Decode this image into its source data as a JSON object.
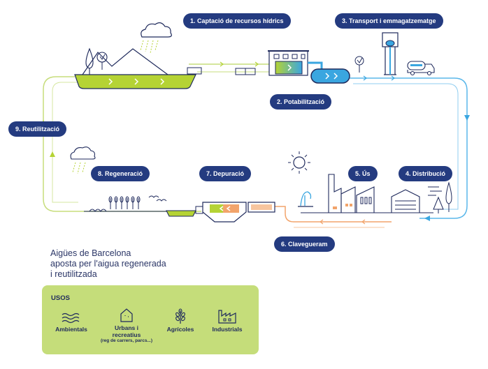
{
  "stages": [
    {
      "id": "captacio",
      "label": "1. Captació de recursos hídrics"
    },
    {
      "id": "potabilitzacio",
      "label": "2. Potabilització"
    },
    {
      "id": "transport",
      "label": "3. Transport i emmagatzematge"
    },
    {
      "id": "distribucio",
      "label": "4. Distribució"
    },
    {
      "id": "us",
      "label": "5. Ús"
    },
    {
      "id": "clavegueram",
      "label": "6. Clavegueram"
    },
    {
      "id": "depuracio",
      "label": "7. Depuració"
    },
    {
      "id": "regeneracio",
      "label": "8. Regeneració"
    },
    {
      "id": "reutilitzacio",
      "label": "9. Reutilització"
    }
  ],
  "intro": {
    "line1": "Aigües de Barcelona",
    "line2": "aposta per l'aigua regenerada",
    "line3": "i reutilitzada"
  },
  "usos": {
    "title": "USOS",
    "items": [
      {
        "label": "Ambientals",
        "icon": "waves-icon"
      },
      {
        "label": "Urbans i recreatius",
        "line1": "Urbans i",
        "line2": "recreatius",
        "note": "(reg de carrers, parcs...)",
        "icon": "house-icon"
      },
      {
        "label": "Agrícoles",
        "icon": "wheat-icon"
      },
      {
        "label": "Industrials",
        "icon": "factory-icon"
      }
    ]
  },
  "colors": {
    "navy": "#243b80",
    "green": "#b5d334",
    "light_green": "#c5dd7a",
    "blue": "#3aa6e0",
    "orange": "#f2a46b",
    "line": "#1f2a5c"
  }
}
